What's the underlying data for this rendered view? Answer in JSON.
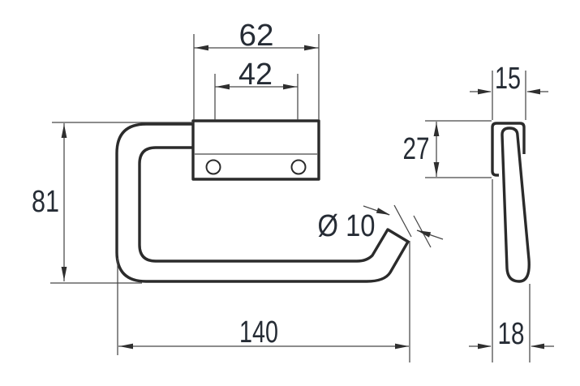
{
  "drawing": {
    "type": "technical-dimension-drawing",
    "views": {
      "front_view": "wall-bracket and bar, front projection",
      "side_view": "wall-bracket and bar, side projection"
    },
    "dimensions": {
      "bracket_width": "62",
      "hole_spacing": "42",
      "height": "81",
      "length": "140",
      "bar_diameter": "Ø 10",
      "top_depth": "15",
      "plate_height": "27",
      "bottom_depth": "18"
    },
    "colors": {
      "thick_line": "#2b2b2b",
      "thin_line": "#474747",
      "text": "#262c35",
      "background": "#ffffff"
    }
  }
}
